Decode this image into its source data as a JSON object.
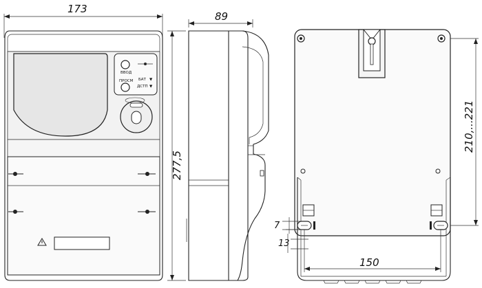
{
  "dimensions": {
    "front_width": "173",
    "height": "277,5",
    "depth": "89",
    "mount_range": "210,...221",
    "mount_spacing": "150",
    "hole_size_a": "7",
    "hole_size_b": "13"
  },
  "panel_labels": {
    "button_top_1": "ВВОД",
    "button_top_2": "ПРОСМ",
    "indicator_bat": "БАТ",
    "indicator_sensor": "ДСТП"
  },
  "colors": {
    "line": "#222222",
    "panel": "#f2f2f2",
    "window": "#e6e6e6",
    "background": "#ffffff"
  },
  "icons": [
    "warning-triangle-icon",
    "button-icon",
    "screw-icon",
    "seal-icon"
  ]
}
